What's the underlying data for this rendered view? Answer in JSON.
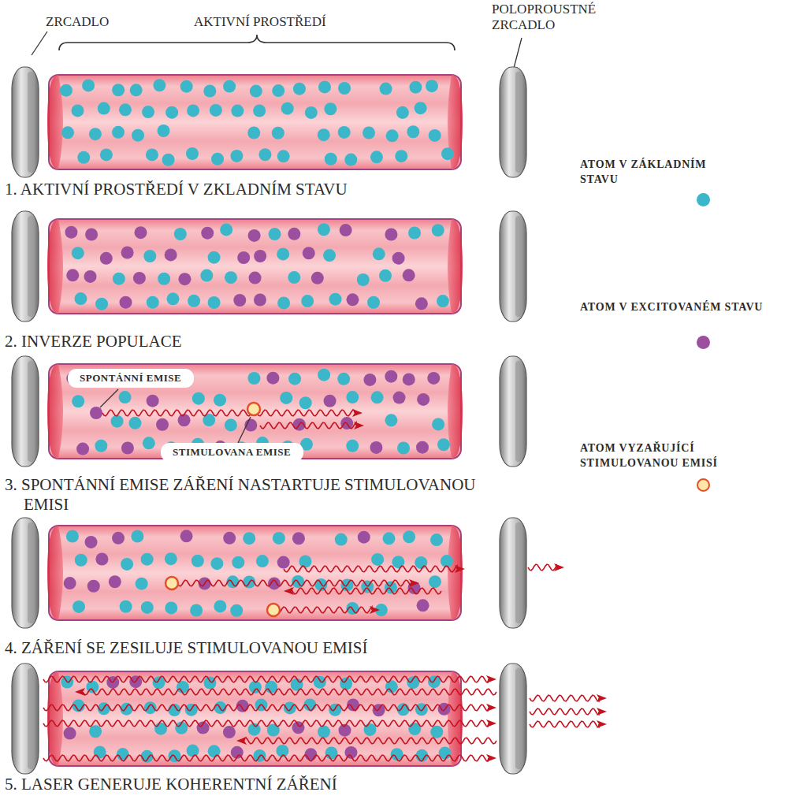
{
  "diagram": {
    "nodes": [
      {
        "text": [
          "SPONTÁNNÍ EMISE"
        ]
      },
      {
        "text": [
          "STIMULOVANA EMISE"
        ]
      }
    ],
    "labels": [
      "ZRCADLO",
      "AKTIVNÍ PROSTŘEDÍ",
      "POLOPROUSTNÉ ZRCADLO",
      "1. AKTIVNÍ PROSTŘEDÍ V ZKLADNÍM STAVU",
      "2. INVERZE POPULACE",
      "3. SPONTÁNNÍ EMISE ZÁŘENÍ NASTARTUJE STIMULOVANOU EMISI",
      "4. ZÁŘENÍ SE ZESILUJE STIMULOVANOU EMISÍ",
      "5. LASER GENERUJE KOHERENTNÍ ZÁŘENÍ"
    ],
    "legend": [
      {
        "text": "ATOM V ZÁKLADNÍM STAVU",
        "color": "#3cb6c9"
      },
      {
        "text": "ATOM V EXCITOVANÉM STAVU",
        "color": "#9c4f9e"
      },
      {
        "text": "ATOM VYZAŘUJÍCÍ STIMULOVANOU EMISÍ"
      }
    ]
  }
}
